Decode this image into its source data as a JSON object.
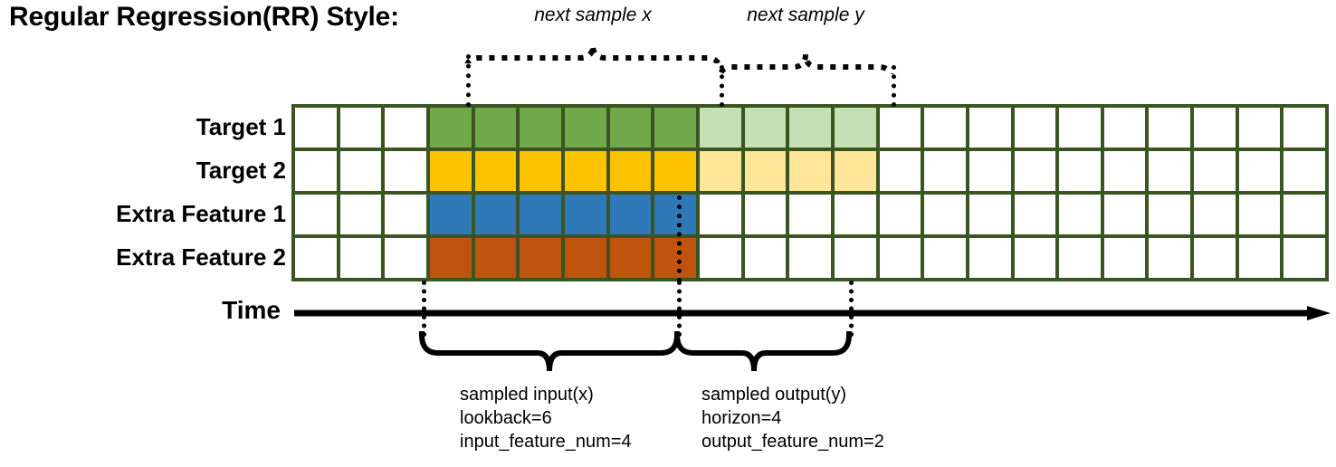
{
  "title": "Regular Regression(RR) Style:",
  "rows": [
    {
      "label": "Target 1",
      "name": "target-1"
    },
    {
      "label": "Target 2",
      "name": "target-2"
    },
    {
      "label": "Extra Feature 1",
      "name": "extra-feature-1"
    },
    {
      "label": "Extra Feature 2",
      "name": "extra-feature-2"
    }
  ],
  "grid": {
    "columns": 23,
    "border_color": "#3a5521",
    "empty_color": "#ffffff",
    "cells": [
      [
        "#ffffff",
        "#ffffff",
        "#ffffff",
        "#70a84a",
        "#70a84a",
        "#70a84a",
        "#70a84a",
        "#70a84a",
        "#70a84a",
        "#c5e0b4",
        "#c5e0b4",
        "#c5e0b4",
        "#c5e0b4",
        "#ffffff",
        "#ffffff",
        "#ffffff",
        "#ffffff",
        "#ffffff",
        "#ffffff",
        "#ffffff",
        "#ffffff",
        "#ffffff",
        "#ffffff"
      ],
      [
        "#ffffff",
        "#ffffff",
        "#ffffff",
        "#fdc200",
        "#fdc200",
        "#fdc200",
        "#fdc200",
        "#fdc200",
        "#fdc200",
        "#ffe699",
        "#ffe699",
        "#ffe699",
        "#ffe699",
        "#ffffff",
        "#ffffff",
        "#ffffff",
        "#ffffff",
        "#ffffff",
        "#ffffff",
        "#ffffff",
        "#ffffff",
        "#ffffff",
        "#ffffff"
      ],
      [
        "#ffffff",
        "#ffffff",
        "#ffffff",
        "#2f79b8",
        "#2f79b8",
        "#2f79b8",
        "#2f79b8",
        "#2f79b8",
        "#2f79b8",
        "#ffffff",
        "#ffffff",
        "#ffffff",
        "#ffffff",
        "#ffffff",
        "#ffffff",
        "#ffffff",
        "#ffffff",
        "#ffffff",
        "#ffffff",
        "#ffffff",
        "#ffffff",
        "#ffffff",
        "#ffffff"
      ],
      [
        "#ffffff",
        "#ffffff",
        "#ffffff",
        "#c0540f",
        "#c0540f",
        "#c0540f",
        "#c0540f",
        "#c0540f",
        "#c0540f",
        "#ffffff",
        "#ffffff",
        "#ffffff",
        "#ffffff",
        "#ffffff",
        "#ffffff",
        "#ffffff",
        "#ffffff",
        "#ffffff",
        "#ffffff",
        "#ffffff",
        "#ffffff",
        "#ffffff",
        "#ffffff"
      ]
    ]
  },
  "time_axis": {
    "label": "Time"
  },
  "top_annotations": [
    {
      "text": "next sample x",
      "name": "next-sample-x"
    },
    {
      "text": "next sample y",
      "name": "next-sample-y"
    }
  ],
  "bottom_annotations": [
    {
      "name": "sampled-input",
      "lines": [
        "sampled input(x)",
        "lookback=6",
        "input_feature_num=4"
      ]
    },
    {
      "name": "sampled-output",
      "lines": [
        "sampled output(y)",
        "horizon=4",
        "output_feature_num=2"
      ]
    }
  ]
}
